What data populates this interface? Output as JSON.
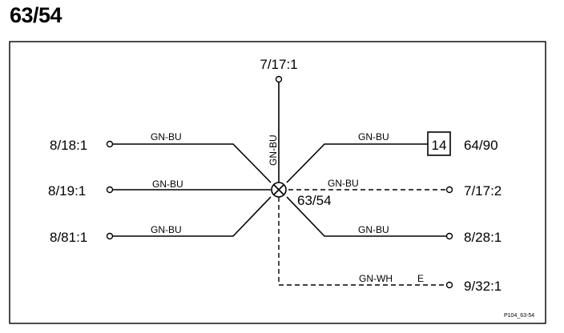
{
  "title": "63/54",
  "splice": {
    "label": "63/54"
  },
  "connectors": {
    "top": "7/17:1",
    "left_upper": "8/18:1",
    "left_middle": "8/19:1",
    "left_lower": "8/81:1",
    "right_upper": "64/90",
    "right_middle": "7/17:2",
    "right_lower": "8/28:1",
    "bottom_right": "9/32:1"
  },
  "component_box": {
    "number": "14"
  },
  "wires": {
    "top": "GN-BU",
    "left_upper": "GN-BU",
    "left_middle": "GN-BU",
    "left_lower": "GN-BU",
    "right_upper": "GN-BU",
    "right_middle": "GN-BU",
    "right_lower": "GN-BU",
    "bottom": "GN-WH",
    "bottom_marker": "E"
  },
  "figure_id": "P104_63-54",
  "colors": {
    "line": "#000000",
    "background": "#ffffff"
  }
}
